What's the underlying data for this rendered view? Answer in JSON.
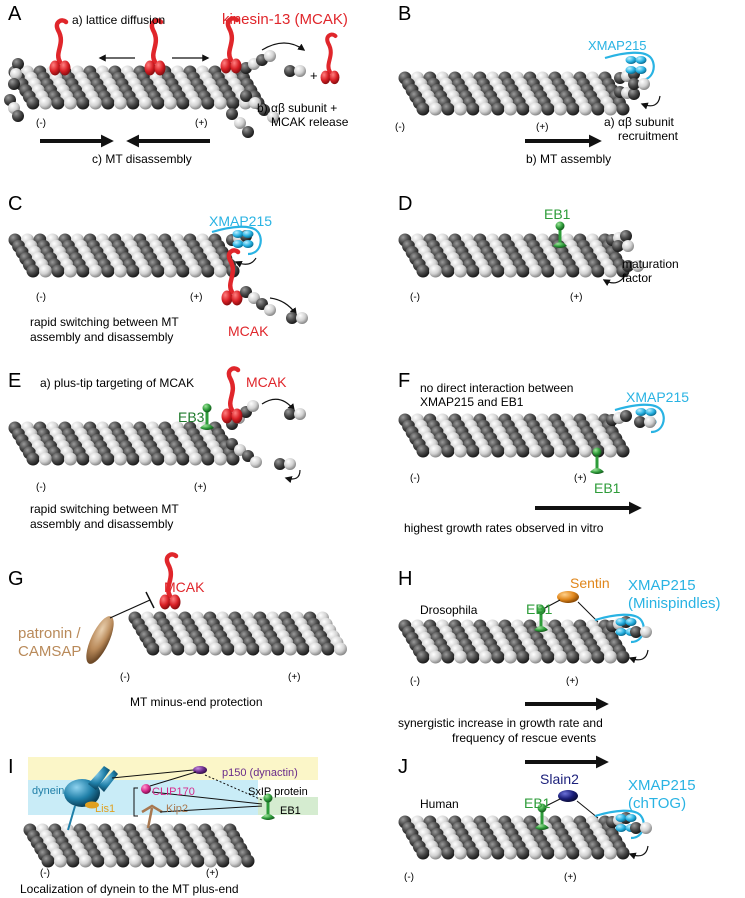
{
  "colors": {
    "mcak": "#e0262b",
    "xmap": "#29b3e3",
    "eb": "#2e9c3a",
    "eb_dark": "#1e7a2b",
    "sentin": "#e0861a",
    "patronin": "#b98a5a",
    "slain": "#1b1f7a",
    "dynein": "#1f7fa8",
    "p150": "#6a2b8a",
    "clip": "#d6298c",
    "lis1": "#e0a020",
    "kip2": "#a87850",
    "box_yellow": "#fbf6c8",
    "box_blue": "#c9ecf7",
    "box_green": "#d5ecd0"
  },
  "panels": {
    "A": {
      "letter": "A",
      "lattice_diffusion": "a) lattice diffusion",
      "kinesin": "kinesin-13 (MCAK)",
      "release_1": "b) αβ subunit +",
      "release_2": "MCAK release",
      "disassembly": "c) MT disassembly",
      "minus": "(-)",
      "plus": "(+)",
      "plus_sign": "+"
    },
    "B": {
      "letter": "B",
      "xmap": "XMAP215",
      "recruit_1": "a) αβ subunit",
      "recruit_2": "recruitment",
      "assembly": "b) MT assembly",
      "minus": "(-)",
      "plus": "(+)"
    },
    "C": {
      "letter": "C",
      "xmap": "XMAP215",
      "mcak": "MCAK",
      "switch_1": "rapid switching between MT",
      "switch_2": "assembly and disassembly",
      "minus": "(-)",
      "plus": "(+)"
    },
    "D": {
      "letter": "D",
      "eb1": "EB1",
      "maturation_1": "maturation",
      "maturation_2": "factor",
      "minus": "(-)",
      "plus": "(+)"
    },
    "E": {
      "letter": "E",
      "targeting": "a) plus-tip targeting of MCAK",
      "mcak": "MCAK",
      "eb3": "EB3",
      "switch_1": "rapid switching between MT",
      "switch_2": "assembly and disassembly",
      "minus": "(-)",
      "plus": "(+)"
    },
    "F": {
      "letter": "F",
      "nodirect_1": "no direct interaction between",
      "nodirect_2": "XMAP215 and EB1",
      "xmap": "XMAP215",
      "eb1": "EB1",
      "growth": "highest growth rates observed in vitro",
      "minus": "(-)",
      "plus": "(+)"
    },
    "G": {
      "letter": "G",
      "mcak": "MCAK",
      "patronin_1": "patronin /",
      "patronin_2": "CAMSAP",
      "protection": "MT minus-end protection",
      "minus": "(-)",
      "plus": "(+)"
    },
    "H": {
      "letter": "H",
      "organism": "Drosophila",
      "sentin": "Sentin",
      "eb1": "EB1",
      "xmap_1": "XMAP215",
      "xmap_2": "(Minispindles)",
      "synergy_1": "synergistic increase in growth rate and",
      "synergy_2": "frequency of rescue events",
      "minus": "(-)",
      "plus": "(+)"
    },
    "I": {
      "letter": "I",
      "p150": "p150 (dynactin)",
      "dynein": "dynein",
      "clip170": "CLIP170",
      "sxip": "SxIP protein",
      "lis1": "Lis1",
      "kip2": "Kip2",
      "eb1": "EB1",
      "localization": "Localization of dynein to the MT plus-end",
      "minus": "(-)",
      "plus": "(+)"
    },
    "J": {
      "letter": "J",
      "organism": "Human",
      "slain2": "Slain2",
      "eb1": "EB1",
      "xmap_1": "XMAP215",
      "xmap_2": "(chTOG)",
      "minus": "(-)",
      "plus": "(+)"
    }
  }
}
